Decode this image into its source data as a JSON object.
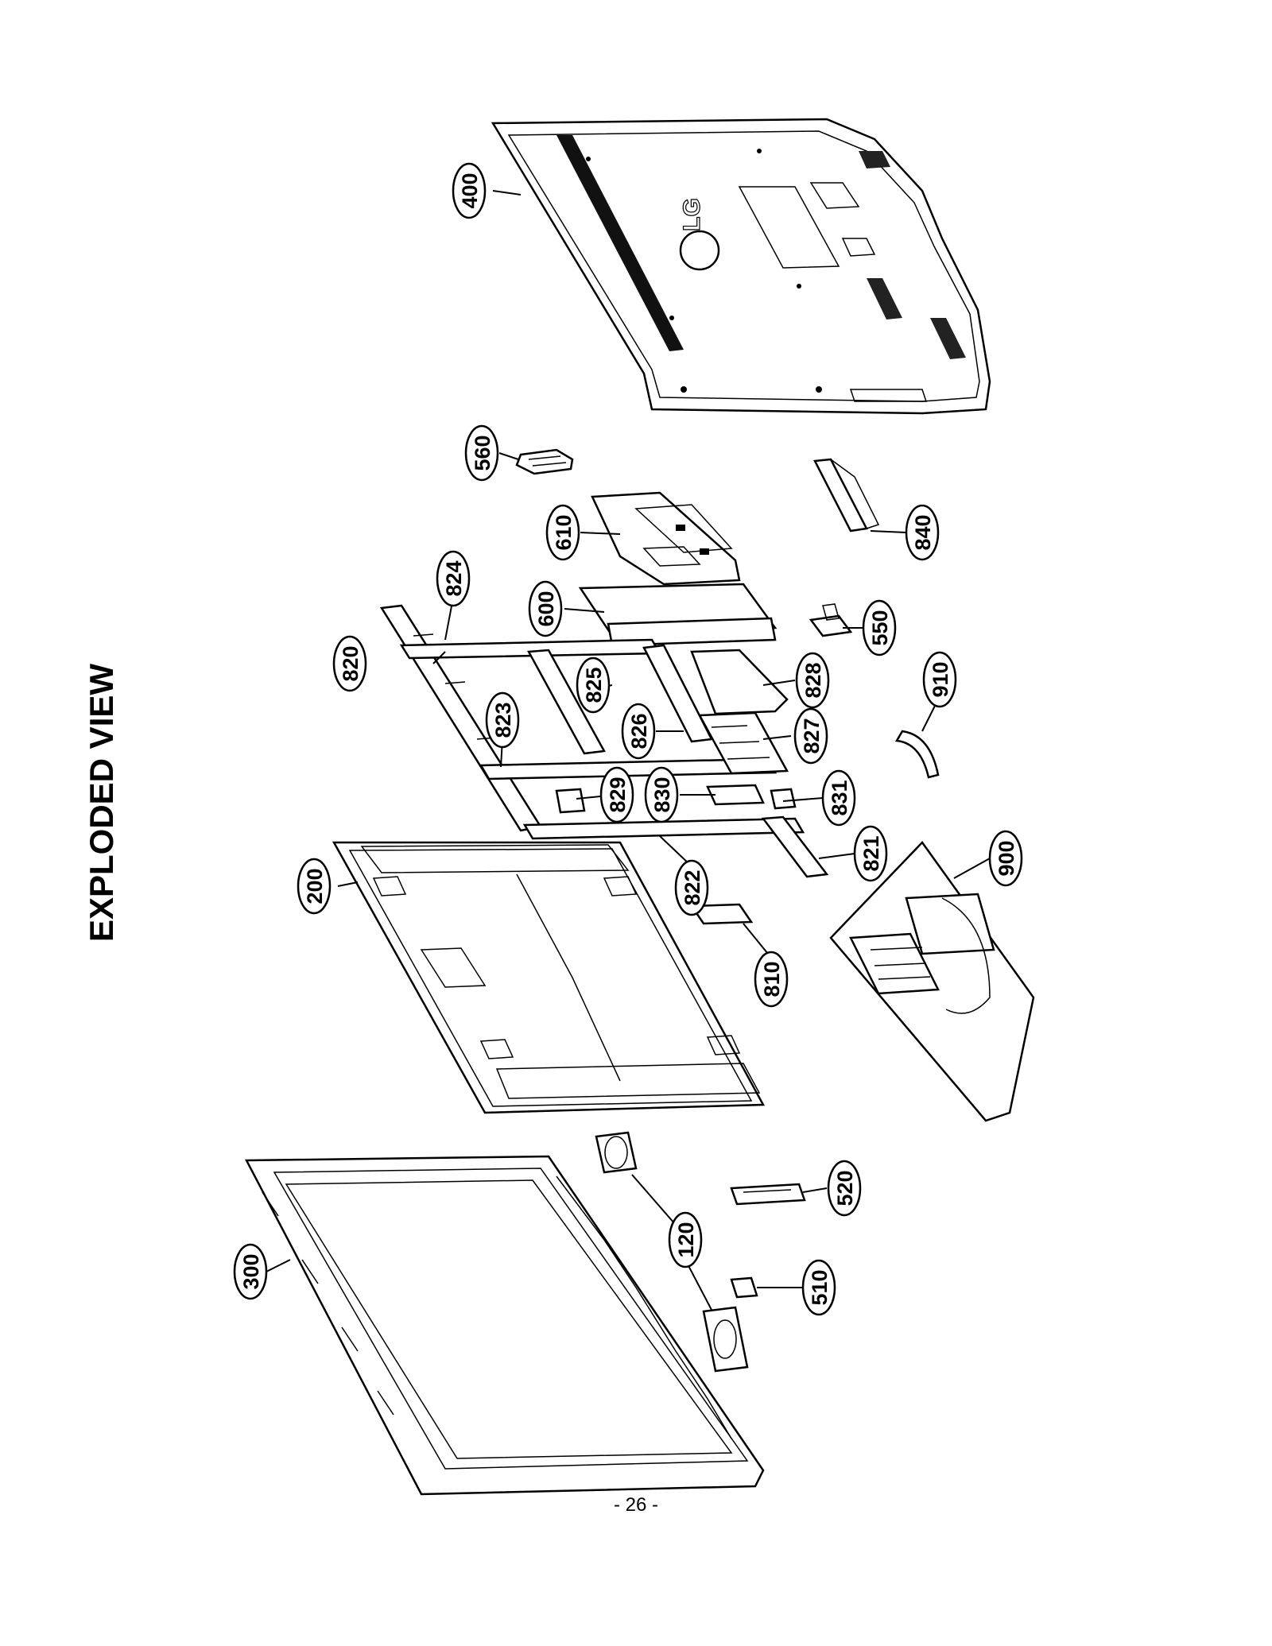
{
  "page": {
    "title": "EXPLODED VIEW",
    "page_number": "- 26 -",
    "brand_logo": "LG"
  },
  "colors": {
    "line": "#000000",
    "background": "#ffffff"
  },
  "callouts": [
    {
      "id": "c400",
      "label": "400"
    },
    {
      "id": "c560",
      "label": "560"
    },
    {
      "id": "c610",
      "label": "610"
    },
    {
      "id": "c824",
      "label": "824"
    },
    {
      "id": "c600",
      "label": "600"
    },
    {
      "id": "c820",
      "label": "820"
    },
    {
      "id": "c825",
      "label": "825"
    },
    {
      "id": "c823",
      "label": "823"
    },
    {
      "id": "c826",
      "label": "826"
    },
    {
      "id": "c829",
      "label": "829"
    },
    {
      "id": "c830",
      "label": "830"
    },
    {
      "id": "c828",
      "label": "828"
    },
    {
      "id": "c827",
      "label": "827"
    },
    {
      "id": "c831",
      "label": "831"
    },
    {
      "id": "c821",
      "label": "821"
    },
    {
      "id": "c822",
      "label": "822"
    },
    {
      "id": "c200",
      "label": "200"
    },
    {
      "id": "c810",
      "label": "810"
    },
    {
      "id": "c840",
      "label": "840"
    },
    {
      "id": "c550",
      "label": "550"
    },
    {
      "id": "c910",
      "label": "910"
    },
    {
      "id": "c900",
      "label": "900"
    },
    {
      "id": "c300",
      "label": "300"
    },
    {
      "id": "c120",
      "label": "120"
    },
    {
      "id": "c520",
      "label": "520"
    },
    {
      "id": "c510",
      "label": "510"
    }
  ]
}
